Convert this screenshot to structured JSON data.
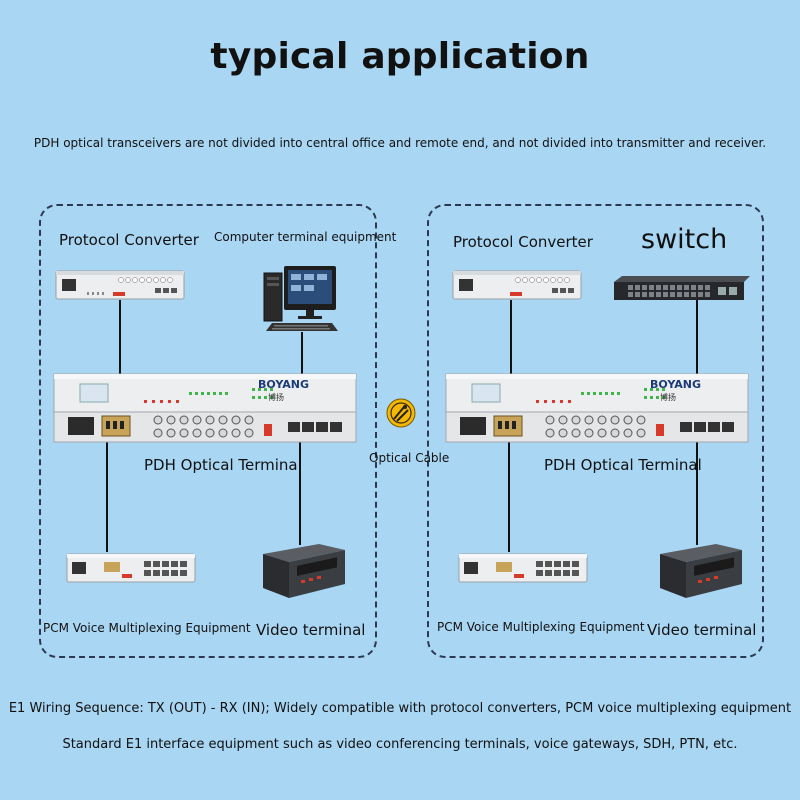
{
  "title": "typical application",
  "subtitle": "PDH optical transceivers are not divided into central office and remote end, and not divided into transmitter and receiver.",
  "left_panel": {
    "protocol_converter": "Protocol Converter",
    "computer_terminal": "Computer terminal equipment",
    "pdh_terminal": "PDH Optical Terminal",
    "pcm": "PCM Voice Multiplexing Equipment",
    "video": "Video terminal"
  },
  "right_panel": {
    "protocol_converter": "Protocol Converter",
    "switch": "switch",
    "pdh_terminal": "PDH Optical Terminal",
    "pcm": "PCM Voice Multiplexing Equipment",
    "video": "Video terminal"
  },
  "optical_cable": "Optical Cable",
  "brand": "BOYANG",
  "brand_cn": "博扬",
  "footer_line1": "E1 Wiring Sequence: TX (OUT) - RX (IN); Widely compatible with protocol converters, PCM voice multiplexing equipment",
  "footer_line2": "Standard E1 interface equipment such as video conferencing terminals, voice gateways, SDH, PTN, etc.",
  "colors": {
    "background": "#a9d6f3",
    "border": "#2b3a52",
    "device": "#eceeef",
    "led_green": "#3fb54a",
    "led_red": "#d63a2a",
    "badge": "#f5b800"
  }
}
